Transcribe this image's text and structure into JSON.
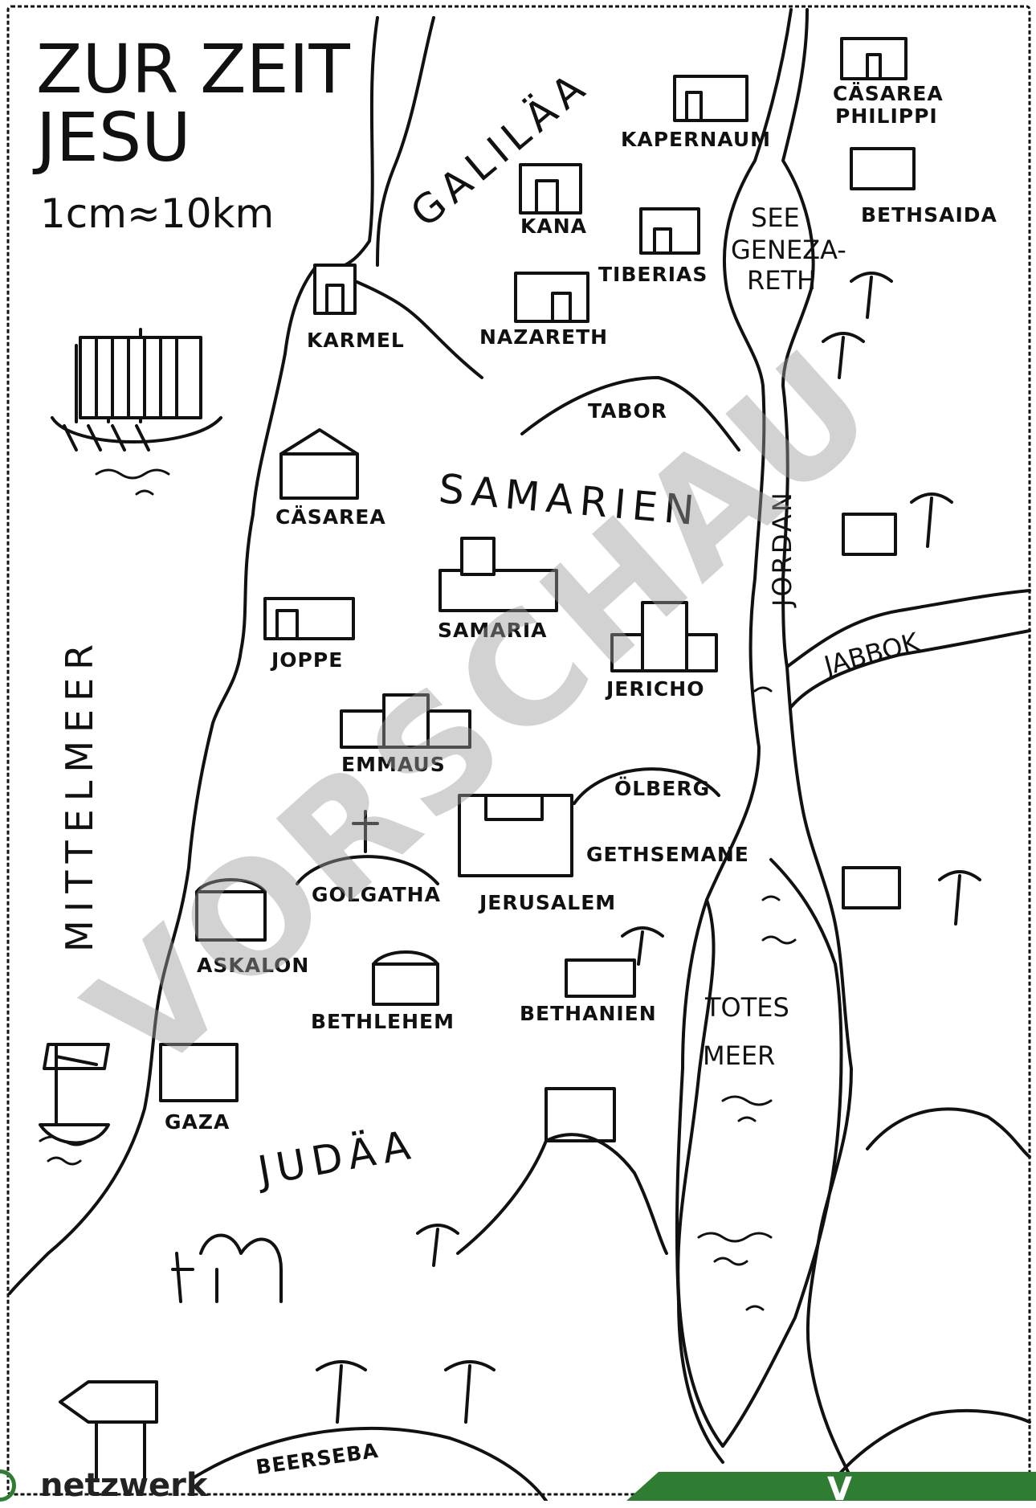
{
  "title": {
    "line1": "ZUR ZEIT",
    "line2": "JESU",
    "scale": "1cm≈10km"
  },
  "regions": {
    "galilaea": "GALILÄA",
    "samarien": "SAMARIEN",
    "judaea": "JUDÄA"
  },
  "waters": {
    "mittelmeer": "MITTELMEER",
    "jordan": "JORDAN",
    "jabbok": "JABBOK",
    "see_line1": "SEE",
    "see_line2": "GENEZA-",
    "see_line3": "RETH",
    "totes_line1": "TOTES",
    "totes_line2": "MEER"
  },
  "places": {
    "kapernaum": "KAPERNAUM",
    "caesarea_philippi_1": "CÄSAREA",
    "caesarea_philippi_2": "PHILIPPI",
    "bethsaida": "BETHSAIDA",
    "kana": "KANA",
    "tiberias": "TIBERIAS",
    "karmel": "KARMEL",
    "nazareth": "NAZARETH",
    "tabor": "TABOR",
    "caesarea": "CÄSAREA",
    "samaria": "SAMARIA",
    "joppe": "JOPPE",
    "jericho": "JERICHO",
    "emmaus": "EMMAUS",
    "oelberg": "ÖLBERG",
    "gethsemane": "GETHSEMANE",
    "golgatha": "GOLGATHA",
    "jerusalem": "JERUSALEM",
    "askalon": "ASKALON",
    "bethlehem": "BETHLEHEM",
    "bethanien": "BETHANIEN",
    "gaza": "GAZA",
    "beerseba": "BEERSEBA"
  },
  "watermark": "VORSCHAU",
  "footer": {
    "brand": "netzwerk",
    "banner": "V"
  },
  "colors": {
    "ink": "#111111",
    "watermark": "#9c9c9c",
    "banner": "#2e7d32"
  }
}
